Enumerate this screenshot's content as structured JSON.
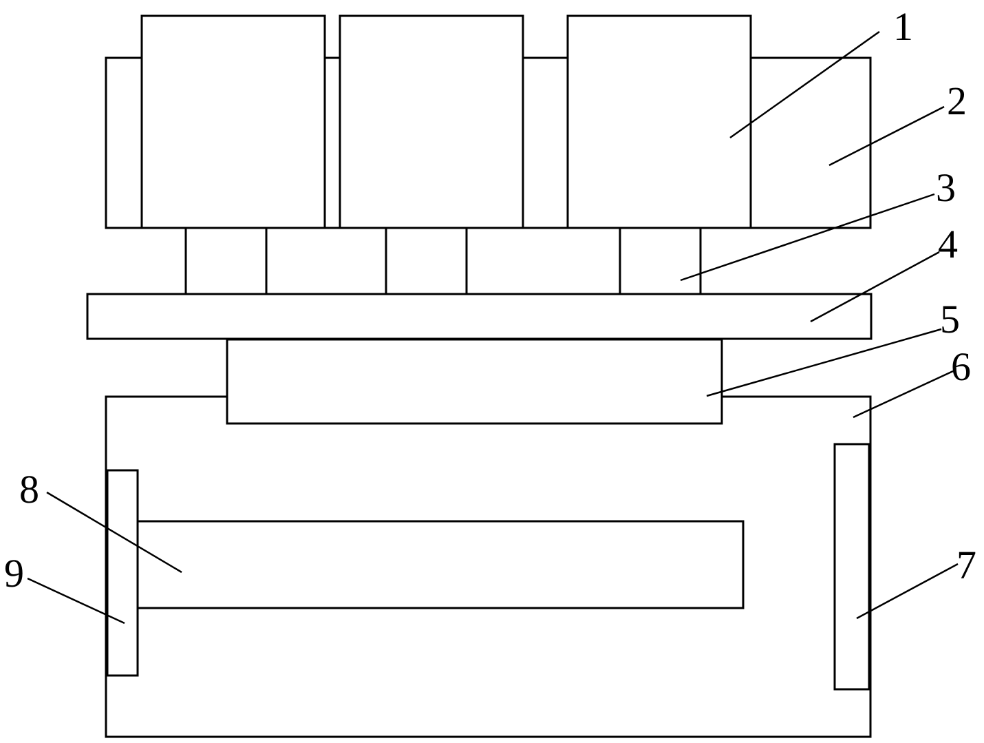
{
  "diagram": {
    "callouts": [
      "1",
      "2",
      "3",
      "4",
      "5",
      "6",
      "7",
      "8",
      "9"
    ]
  },
  "colors": {
    "stroke": "#000000",
    "background": "#ffffff"
  }
}
